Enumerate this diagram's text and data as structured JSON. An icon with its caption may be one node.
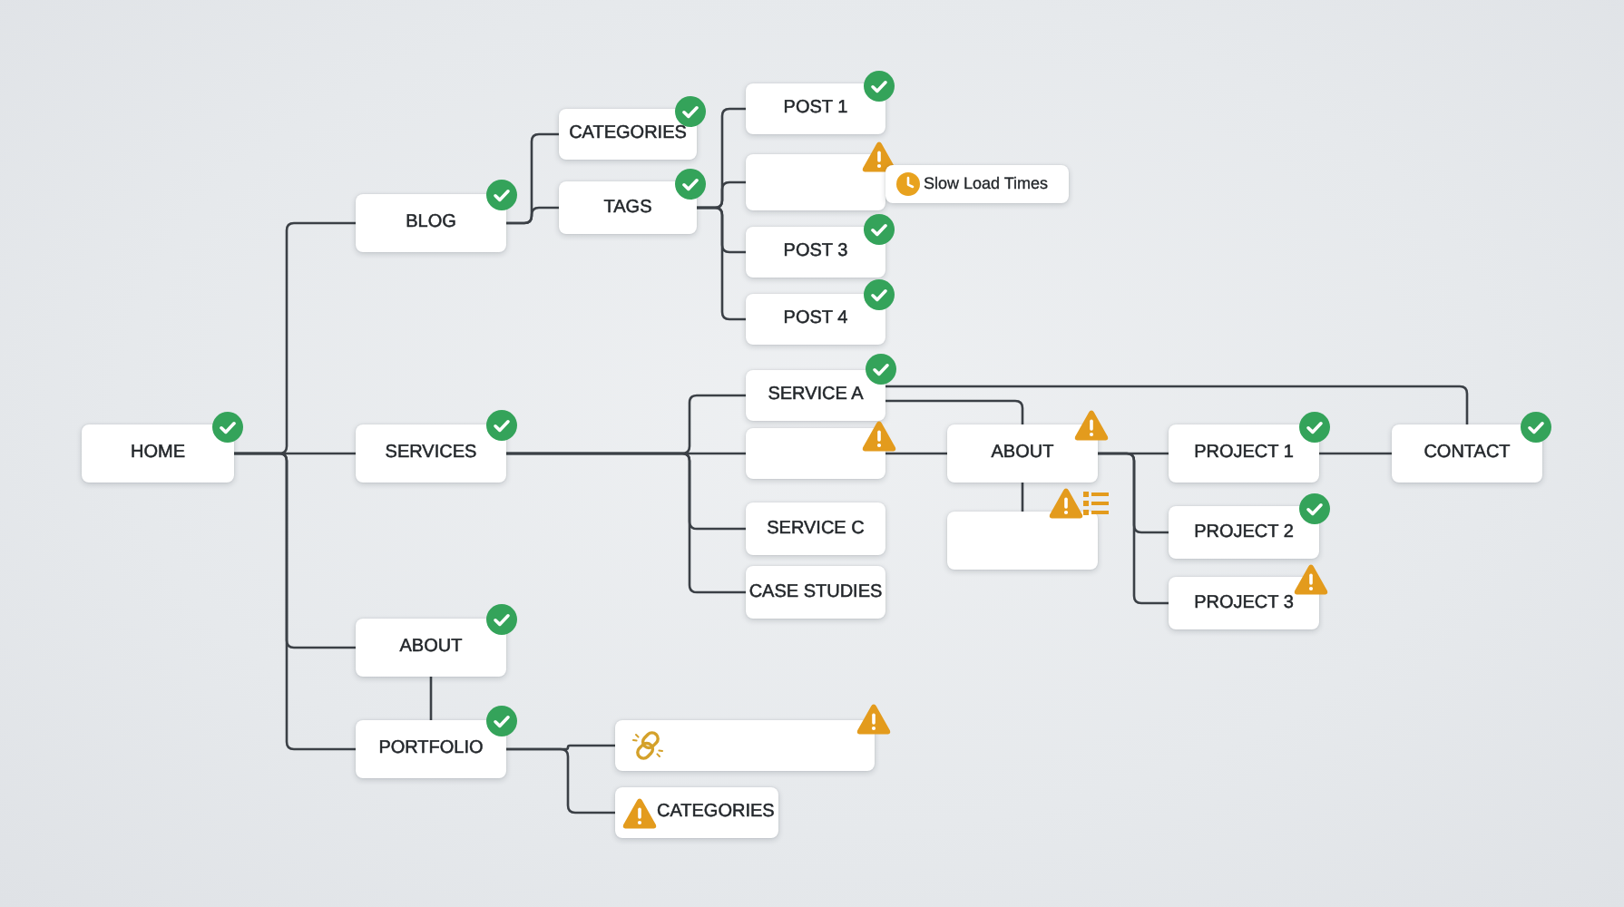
{
  "diagram": {
    "nodes": [
      {
        "text": [
          "HOME"
        ]
      },
      {
        "text": [
          "BLOG"
        ]
      },
      {
        "text": [
          "SERVICES"
        ]
      },
      {
        "text": [
          "ABOUT"
        ]
      },
      {
        "text": [
          "PORTFOLIO"
        ]
      },
      {
        "text": [
          "CATEGORIES"
        ]
      },
      {
        "text": [
          "TAGS"
        ]
      },
      {
        "text": [
          "POST 1"
        ]
      },
      {
        "text": [],
        "shape": "box"
      },
      {
        "text": [
          "Slow Load Times"
        ]
      },
      {
        "text": [
          "POST 3"
        ]
      },
      {
        "text": [
          "POST 4"
        ]
      },
      {
        "text": [
          "SERVICE A"
        ]
      },
      {
        "text": [],
        "shape": "box"
      },
      {
        "text": [
          "SERVICE C"
        ]
      },
      {
        "text": [
          "CASE STUDIES"
        ]
      },
      {
        "text": [
          "ABOUT"
        ]
      },
      {
        "text": [],
        "shape": "box"
      },
      {
        "text": [
          "PROJECT 1"
        ]
      },
      {
        "text": [
          "PROJECT 2"
        ]
      },
      {
        "text": [
          "PROJECT 3"
        ]
      },
      {
        "text": [
          "CONTACT"
        ]
      },
      {
        "text": [],
        "shape": "box"
      },
      {
        "text": [
          "CATEGORIES"
        ]
      }
    ],
    "edges": [
      {
        "from": 0,
        "to": 1,
        "arrow": "none"
      },
      {
        "from": 0,
        "to": 2,
        "arrow": "none"
      },
      {
        "from": 0,
        "to": 3,
        "arrow": "none"
      },
      {
        "from": 0,
        "to": 4,
        "arrow": "none"
      },
      {
        "from": 3,
        "to": 4,
        "arrow": "none"
      },
      {
        "from": 1,
        "to": 5,
        "arrow": "none"
      },
      {
        "from": 1,
        "to": 6,
        "arrow": "none"
      },
      {
        "from": 6,
        "to": 7,
        "arrow": "none"
      },
      {
        "from": 6,
        "to": 8,
        "arrow": "none"
      },
      {
        "from": 6,
        "to": 10,
        "arrow": "none"
      },
      {
        "from": 6,
        "to": 11,
        "arrow": "none"
      },
      {
        "from": 2,
        "to": 12,
        "arrow": "none"
      },
      {
        "from": 2,
        "to": 13,
        "arrow": "none"
      },
      {
        "from": 2,
        "to": 14,
        "arrow": "none"
      },
      {
        "from": 2,
        "to": 15,
        "arrow": "none"
      },
      {
        "from": 13,
        "to": 16,
        "arrow": "none"
      },
      {
        "from": 12,
        "to": 16,
        "arrow": "none"
      },
      {
        "from": 16,
        "to": 17,
        "arrow": "none"
      },
      {
        "from": 12,
        "to": 21,
        "arrow": "none"
      },
      {
        "from": 16,
        "to": 18,
        "arrow": "none"
      },
      {
        "from": 16,
        "to": 19,
        "arrow": "none"
      },
      {
        "from": 16,
        "to": 20,
        "arrow": "none"
      },
      {
        "from": 18,
        "to": 21,
        "arrow": "none"
      },
      {
        "from": 4,
        "to": 22,
        "arrow": "none"
      },
      {
        "from": 4,
        "to": 23,
        "arrow": "none"
      }
    ]
  }
}
